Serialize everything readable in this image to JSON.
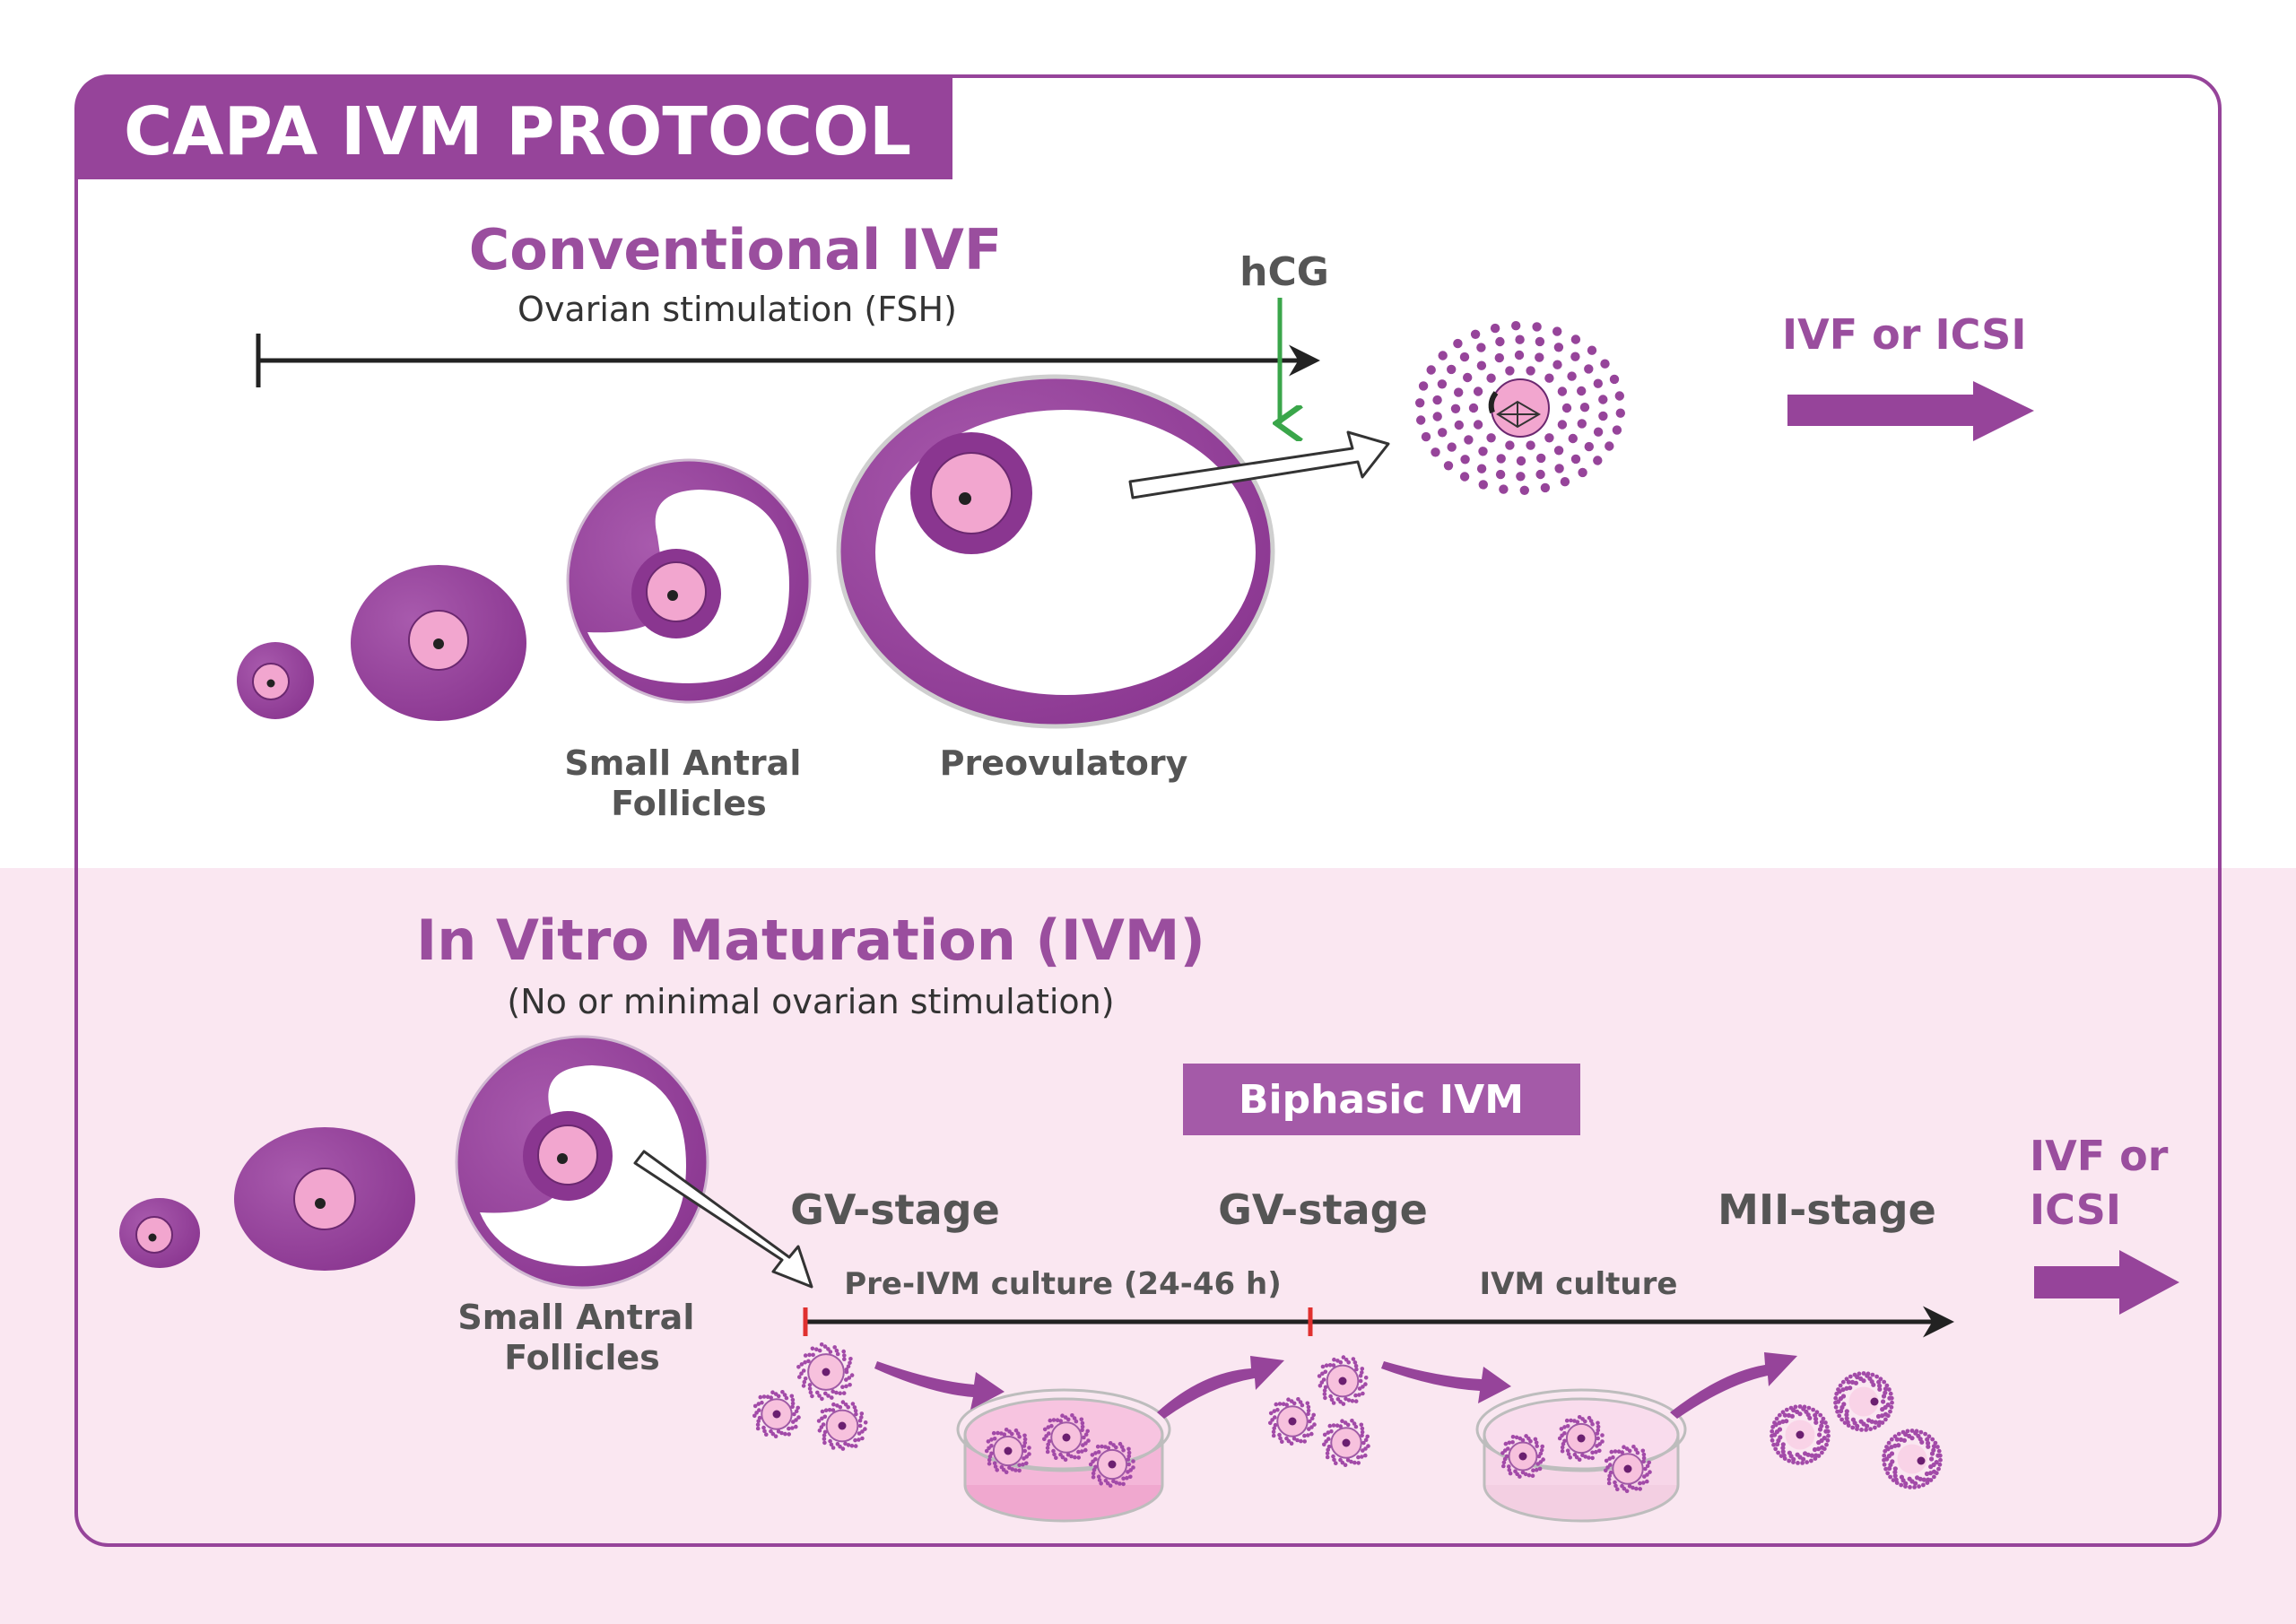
{
  "header": {
    "title": "CAPA IVM PROTOCOL"
  },
  "conventional": {
    "title": "Conventional IVF",
    "subtitle": "Ovarian stimulation (FSH)",
    "trigger_label": "hCG",
    "follicle_labels": [
      "Small Antral\nFollicles",
      "Preovulatory"
    ],
    "outcome": "IVF or ICSI"
  },
  "ivm": {
    "title": "In Vitro Maturation (IVM)",
    "subtitle": "(No or minimal ovarian stimulation)",
    "follicle_label": "Small Antral\nFollicles",
    "biphasic_label": "Biphasic IVM",
    "stages": [
      "GV-stage",
      "GV-stage",
      "MII-stage"
    ],
    "culture_labels": [
      "Pre-IVM culture (24-46 h)",
      "IVM culture"
    ],
    "outcome": "IVF or\nICSI"
  },
  "colors": {
    "purple": "#96449a",
    "purple_dark": "#7f2f86",
    "purple_light": "#b06cb4",
    "pink": "#f2a6cf",
    "pink_bg": "#fae7f1",
    "title_purple": "#9a4e9e",
    "gray_text": "#555555",
    "green": "#3aa64a",
    "red": "#e0302f"
  },
  "icons": [
    "follicle-icon",
    "oocyte-icon",
    "petri-dish-icon",
    "curved-arrow-icon",
    "hollow-arrow-icon"
  ]
}
